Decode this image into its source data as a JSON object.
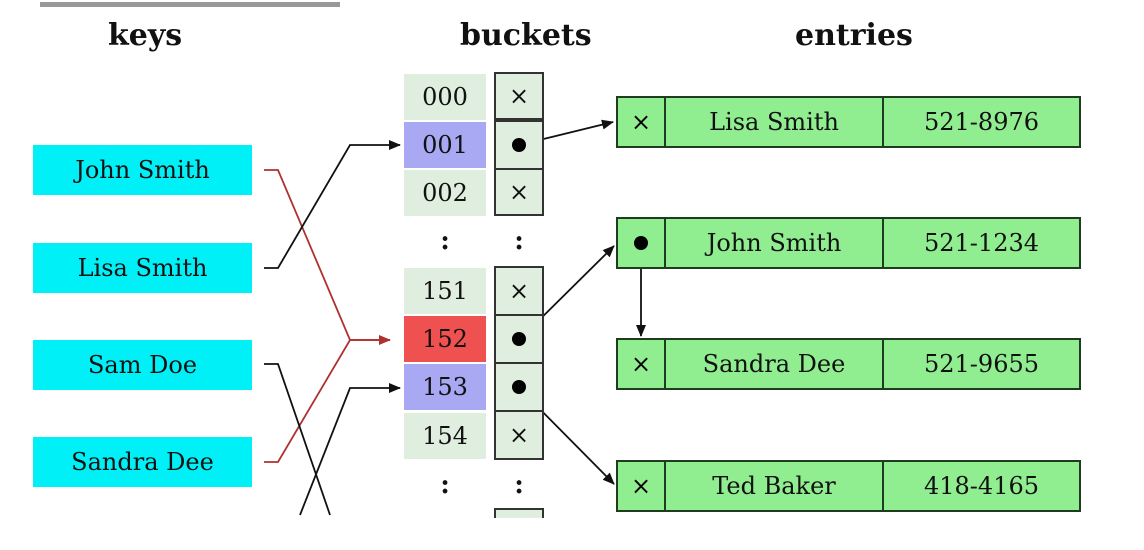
{
  "headers": {
    "keys": "keys",
    "buckets": "buckets",
    "entries": "entries"
  },
  "keys": [
    "John Smith",
    "Lisa Smith",
    "Sam Doe",
    "Sandra Dee"
  ],
  "buckets": [
    {
      "index": "000",
      "slot": "×",
      "color": "#dfeede"
    },
    {
      "index": "001",
      "slot": "●",
      "color": "#a9a9f3"
    },
    {
      "index": "002",
      "slot": "×",
      "color": "#dfeede"
    },
    {
      "index": "151",
      "slot": "×",
      "color": "#dfeede"
    },
    {
      "index": "152",
      "slot": "●",
      "color": "#ef5050"
    },
    {
      "index": "153",
      "slot": "●",
      "color": "#a9a9f3"
    },
    {
      "index": "154",
      "slot": "×",
      "color": "#dfeede"
    }
  ],
  "ellipsis": ":",
  "entries": [
    {
      "pointer": "×",
      "name": "Lisa Smith",
      "phone": "521-8976"
    },
    {
      "pointer": "●",
      "name": "John Smith",
      "phone": "521-1234"
    },
    {
      "pointer": "×",
      "name": "Sandra Dee",
      "phone": "521-9655"
    },
    {
      "pointer": "×",
      "name": "Ted Baker",
      "phone": "418-4165"
    }
  ],
  "colors": {
    "key_fill": "#00f0f8",
    "bucket_fill": "#dfeede",
    "entry_fill": "#90ee90",
    "collision_line": "#b03030",
    "line": "#111111"
  }
}
